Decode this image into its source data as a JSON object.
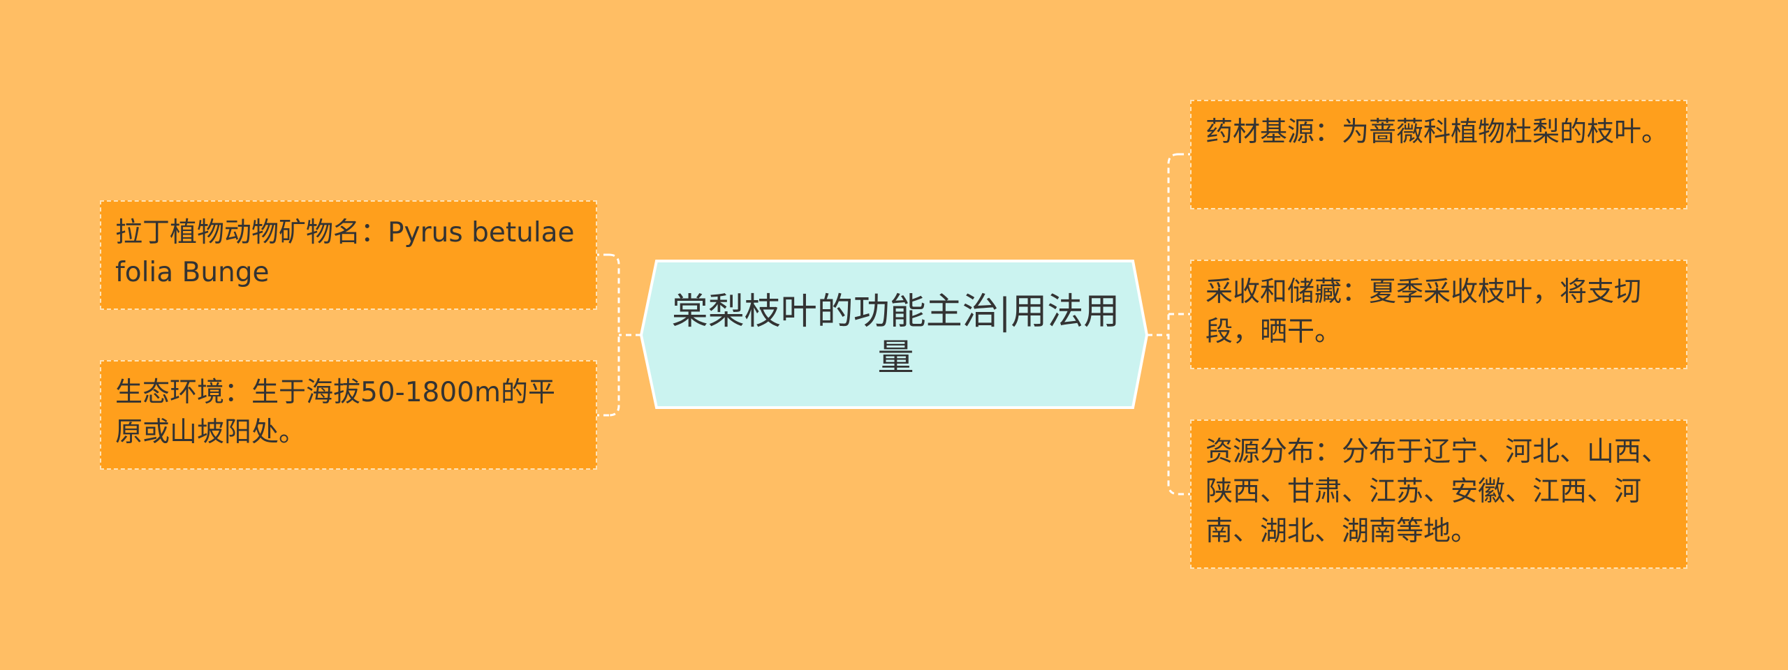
{
  "central_topic": "棠梨枝叶的功能主治|用法用量",
  "left_branches": [
    {
      "text": "拉丁植物动物矿物名：Pyrus betulaefolia Bunge"
    },
    {
      "text": "生态环境：生于海拔50-1800m的平原或山坡阳处。"
    }
  ],
  "right_branches": [
    {
      "text": "药材基源：为蔷薇科植物杜梨的枝叶。"
    },
    {
      "text": "采收和储藏：夏季采收枝叶，将支切段，晒干。"
    },
    {
      "text": "资源分布：分布于辽宁、河北、山西、陕西、甘肃、江苏、安徽、江西、河南、湖北、湖南等地。"
    }
  ],
  "colors": {
    "background": "#FFBE64",
    "branch_fill": "#FF9F1C",
    "branch_border": "#FFE3B6",
    "central_fill": "#CBF3F0",
    "central_border": "#FFFFFF",
    "connector": "#FFFFFF",
    "text": "#333333"
  }
}
